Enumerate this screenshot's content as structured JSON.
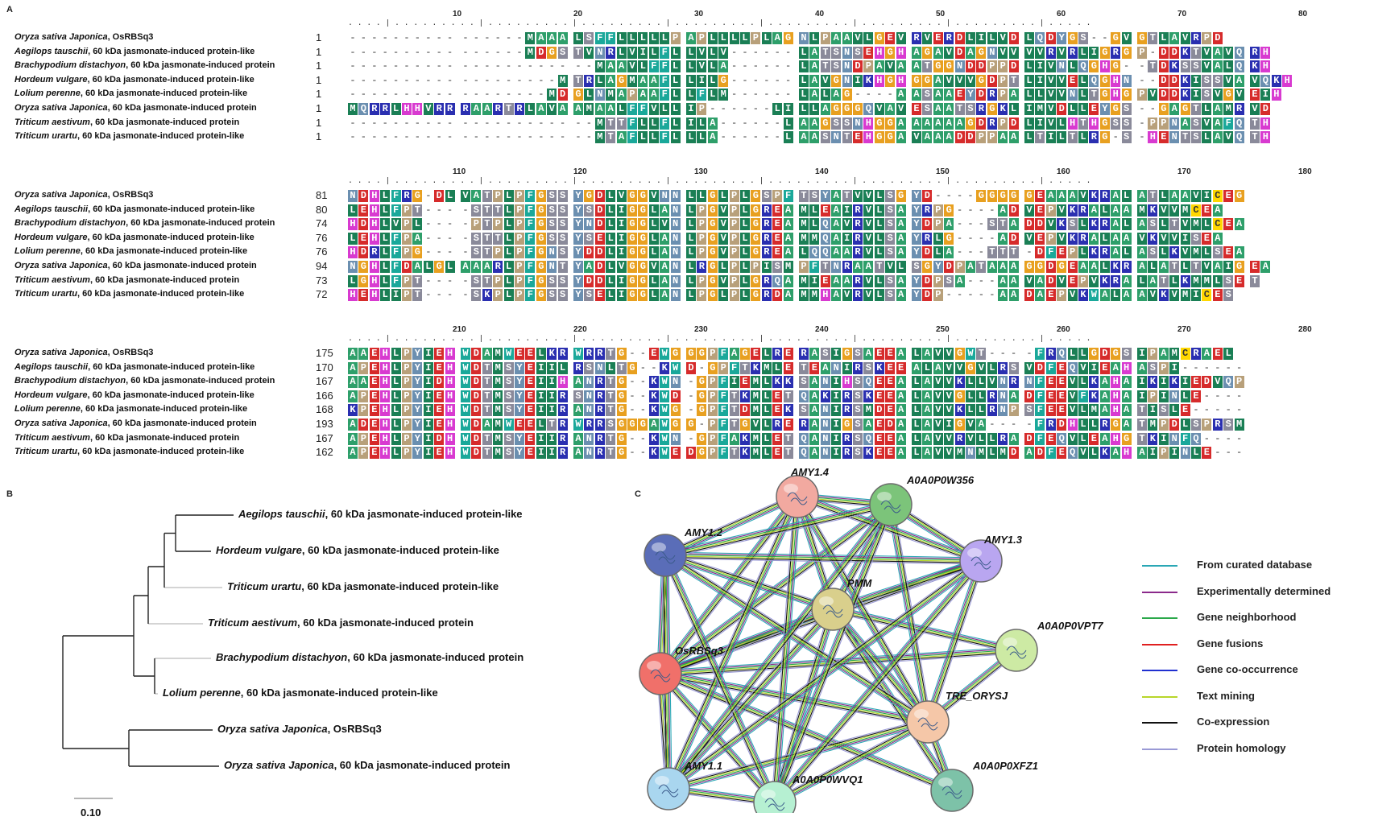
{
  "panel_labels": {
    "a": "A",
    "b": "B",
    "c": "C"
  },
  "colors": {
    "hydrophobic": "#1a7f55",
    "polar": "#1aa89a",
    "ala": "#2e9f6a",
    "small": "#8a8a9a",
    "acidic": "#d62b2b",
    "basic": "#2a2fb0",
    "aromatic": "#6b8fb0",
    "glycine": "#e8a020",
    "proline": "#b8a07a",
    "his": "#d83ad0",
    "cys": "#ffd700"
  },
  "alignment": {
    "species": [
      {
        "italic": "Oryza sativa Japonica",
        "rest": ", OsRBSq3"
      },
      {
        "italic": "Aegilops tauschii",
        "rest": ", 60 kDa jasmonate-induced protein-like"
      },
      {
        "italic": "Brachypodium distachyon",
        "rest": ", 60 kDa jasmonate-induced protein"
      },
      {
        "italic": "Hordeum vulgare",
        "rest": ", 60 kDa jasmonate-induced protein-like"
      },
      {
        "italic": "Lolium perenne",
        "rest": ", 60 kDa jasmonate-induced protein-like"
      },
      {
        "italic": "Oryza sativa Japonica",
        "rest": ", 60 kDa jasmonate-induced protein"
      },
      {
        "italic": "Triticum aestivum",
        "rest": ", 60 kDa jasmonate-induced protein"
      },
      {
        "italic": "Triticum urartu",
        "rest": ", 60 kDa jasmonate-induced protein-like"
      }
    ],
    "blocks": [
      {
        "ruler": [
          "10",
          "20",
          "30",
          "40",
          "50",
          "60",
          "70",
          "80"
        ],
        "starts": [
          "1",
          "1",
          "1",
          "1",
          "1",
          "1",
          "1",
          "1"
        ],
        "rows": [
          "----------------MAAALSFFLLLLLPAPLLLLPLAGNLPAAVLGEVRVERDLILVDLQDYGS--GVGTLAVRPD",
          "----------------MDGSTVNRLVILFLLVLV------LATSNSEHGHAGAVDAGNVVVVRVRLIGRGP-DDKTVAVQRH",
          "----------------------MAAVLFFLLVLA------LATSNDPAVAATGGNDDPPDLIVNLQGHG--TDKSSVALQKH",
          "-------------------MTRLAGMAAFLLILG------LAVGNIKHGHGGAVVVGDPTLIVVELQGHN--DDKISSVAVQKH",
          "------------------MDGLNMAPAAFLLFLM------LALAG----AASAAEYDRPALLVVNLTGHGPVDDKISVGVEIH",
          "MQRRLHHVRRRAARTRLAVAAMAALFFVLLIP------LILLAGGGQVAVESAATSRGKLIMVDLLEYGS--GAGTLAMRVD",
          "----------------------MTTFLLFLILA------LAAGSSNHGGAAAAAAGDRPDLIVLHTHGSS-PPNASVAFQTH",
          "----------------------MTAFLLFLLLA------LAASNTEHGGAVAAADDPPAALTILTLRG-S-HENTSLAVQTH"
        ]
      },
      {
        "ruler": [
          "110",
          "120",
          "130",
          "140",
          "150",
          "160",
          "170",
          "180"
        ],
        "starts": [
          "81",
          "80",
          "74",
          "76",
          "76",
          "94",
          "73",
          "72"
        ],
        "rows": [
          "NDHLFRG-DLVATPLPFGSSYGDLVGGVNNLLGLPLGSPFTSYATVVLSGYD----GGGGGEAAAVKRALATLAAVICEG",
          "LEHLFPT----STTLPFGSSYSDLIGGLANLPGVPLGREAMLEAIRVLSAYRPG----ADVEPVKRALAAMKVVMCEA",
          "HDHLVPL----PTPLPFGSSYNDLIGGLVNLPGVPLGREAMLQAVRVLSAYDPA---STADDVKSLKRALASLTVMLCEA",
          "LEHLFPA----STTLPFGSSYSELIGGLANLPGVPLGREAMMQAIRVLSAYRLG----ADVEPVKRALAAVKVVISEA",
          "HDRLFPG----STPLPFGNSYDDLIGGLANLPGVPLGREALQQAARVLSAYDLA---TTT-DFEPLKRALASLKVMLSEA",
          "NGHLFDALGLAAARLPFGNTYADLVGGVANLRGLPLPISMPFTNRAATVLSGYDPATAAAGGDGEAALKRALATLTVAIGEA",
          "LGHLFPT----STPLPFGSSYDDLIGGLANLPGVPLGRQAMIEAARVLSAYDPSA---AAVADVEPVKRALATLKMMLSET",
          "HEHLIPT----SKPLPFGSSYSELIGGLANLPGLPLGRDAMMHAVRVLSAYDP-----AADAEPVKWALAAVKVMICES"
        ]
      },
      {
        "ruler": [
          "210",
          "220",
          "230",
          "240",
          "250",
          "260",
          "270",
          "280"
        ],
        "starts": [
          "175",
          "170",
          "167",
          "166",
          "168",
          "193",
          "167",
          "162"
        ],
        "rows": [
          "AAEHLPYIEHWDAMWEELKRWRRTG--EWGGGPFAGELRERASIGSAEEALAVVGWT----FRQLLGDGSIPAMCRAEL",
          "APEHLPYIEHWDTMSYEIILRSNLTG--KWD-GPFTKMLETEANIRSKEEALAVVGVLRSVDFEQVIEAHASPI------",
          "AAEHLPYIDHWDTMSYEIIHANRTG--KWN-GPFIEMLKKSANIHSQEEALAVVKLLVNRNFEEVLKAHAIKIKIEDVQP",
          "APEHLPYIEHWDTMSYEIIRSNRTG--KWD-GPFTKMLETQAKIRSKEEALAVVGLLRNADFEEVFKAHAIPINLE----",
          "KPEHLPYIEHWDTMSYEIIRANRTG--KWG-GPFTDMLEKSANIRSMDEALAVVKLLRNPSFEEVLMAHATISLE-----",
          "ADEHLPYIEHWDAMWEELTRWRRSGGGAWGG-PFTGVLRERANIGSAEDALAVIGVA----FRDHLLRGATMPDLSPRSM",
          "APEHLPYIDHWDTMSYEIIRANRTG--KWN-GPFAKMLETQANIRSQEEALAVVRVLLRADFEQVLEAHGTKINFQ----",
          "APEHLPYIEHWDTMSYEIIRANRTG--KWEDGPFTKMLETQANIRSKEEALAVVMNMLMDADFEQVLKAHAIPINLE---"
        ]
      }
    ]
  },
  "tree": {
    "leaves": [
      {
        "italic": "Aegilops tauschii",
        "rest": ", 60 kDa jasmonate-induced protein-like"
      },
      {
        "italic": "Hordeum vulgare",
        "rest": ", 60 kDa jasmonate-induced protein-like"
      },
      {
        "italic": "Triticum urartu",
        "rest": ", 60 kDa jasmonate-induced protein-like"
      },
      {
        "italic": "Triticum aestivum",
        "rest": ", 60 kDa jasmonate-induced protein"
      },
      {
        "italic": "Brachypodium distachyon",
        "rest": ", 60 kDa jasmonate-induced protein"
      },
      {
        "italic": "Lolium perenne",
        "rest": ", 60 kDa jasmonate-induced protein-like"
      },
      {
        "italic": "Oryza sativa Japonica",
        "rest": ", OsRBSq3"
      },
      {
        "italic": "Oryza sativa Japonica",
        "rest": ", 60 kDa jasmonate-induced protein"
      }
    ],
    "scale_label": "0.10"
  },
  "network": {
    "nodes": [
      {
        "id": "AMY1.4",
        "color": "#f2a9a0"
      },
      {
        "id": "A0A0P0W356",
        "color": "#7cc47a"
      },
      {
        "id": "AMY1.2",
        "color": "#5a6db8"
      },
      {
        "id": "AMY1.3",
        "color": "#b9a6f0"
      },
      {
        "id": "PMM",
        "color": "#d9cf8c"
      },
      {
        "id": "A0A0P0VPT7",
        "color": "#cdeaa4"
      },
      {
        "id": "OsRBSq3",
        "color": "#f0706a"
      },
      {
        "id": "TRE_ORYSJ",
        "color": "#f5c7a8"
      },
      {
        "id": "AMY1.1",
        "color": "#a9d6ef"
      },
      {
        "id": "A0A0P0WVQ1",
        "color": "#b6f0d2"
      },
      {
        "id": "A0A0P0XFZ1",
        "color": "#7dc2a8"
      }
    ],
    "legend": [
      {
        "label": "From curated database",
        "color": "#2aa7b5"
      },
      {
        "label": "Experimentally determined",
        "color": "#8b2a8b"
      },
      {
        "label": "Gene neighborhood",
        "color": "#2aa84a"
      },
      {
        "label": "Gene fusions",
        "color": "#e02020"
      },
      {
        "label": "Gene co-occurrence",
        "color": "#2030d0"
      },
      {
        "label": "Text mining",
        "color": "#b8d62a"
      },
      {
        "label": "Co-expression",
        "color": "#111111"
      },
      {
        "label": "Protein homology",
        "color": "#9a9ad6"
      }
    ]
  }
}
